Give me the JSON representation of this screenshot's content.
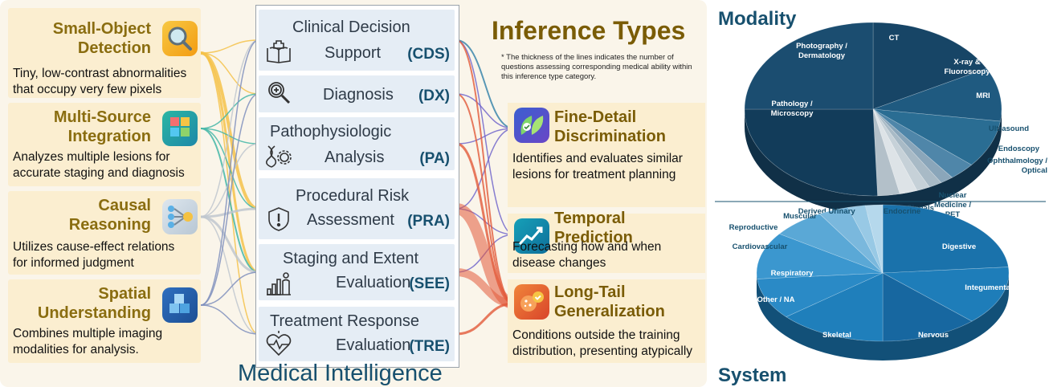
{
  "left_cards": [
    {
      "title_lines": [
        "Small-Object",
        "Detection"
      ],
      "desc_lines": [
        "Tiny, low-contrast abnormalities",
        "that occupy very few pixels"
      ],
      "icon": "magnifier-icon"
    },
    {
      "title_lines": [
        "Multi-Source",
        "Integration"
      ],
      "desc_lines": [
        "Analyzes multiple lesions for",
        "accurate staging and diagnosis"
      ],
      "icon": "puzzle-icon"
    },
    {
      "title_lines": [
        "Causal",
        "Reasoning"
      ],
      "desc_lines": [
        "Utilizes cause-effect relations",
        "for informed judgment"
      ],
      "icon": "flow-icon"
    },
    {
      "title_lines": [
        "Spatial",
        "Understanding"
      ],
      "desc_lines": [
        "Combines multiple imaging",
        "modalities for analysis."
      ],
      "icon": "cubes-icon"
    }
  ],
  "abilities": [
    {
      "name_lines": [
        "Clinical Decision",
        "Support"
      ],
      "abbr": "(CDS)",
      "icon": "book-plus-icon"
    },
    {
      "name_lines": [
        "Diagnosis"
      ],
      "abbr": "(DX)",
      "icon": "search-plus-icon"
    },
    {
      "name_lines": [
        "Pathophysiologic",
        "Analysis"
      ],
      "abbr": "(PA)",
      "icon": "dna-gear-icon"
    },
    {
      "name_lines": [
        "Procedural Risk",
        "Assessment"
      ],
      "abbr": "(PRA)",
      "icon": "shield-alert-icon"
    },
    {
      "name_lines": [
        "Staging and Extent",
        "Evaluation"
      ],
      "abbr": "(SEE)",
      "icon": "chart-person-icon"
    },
    {
      "name_lines": [
        "Treatment Response",
        "Evaluation"
      ],
      "abbr": "(TRE)",
      "icon": "heart-pulse-icon"
    }
  ],
  "inference": {
    "title": "Inference Types",
    "note": "* The thickness of the lines indicates the number of questions assessing corresponding medical ability within this inference type category.",
    "types": [
      {
        "title_lines": [
          "Fine-Detail",
          "Discrimination"
        ],
        "desc_lines": [
          "Identifies and evaluates similar",
          "lesions for treatment planning"
        ],
        "icon": "leaves-icon"
      },
      {
        "title_lines": [
          "Temporal",
          "Prediction"
        ],
        "desc_lines": [
          "Forecasting how and when",
          "disease changes"
        ],
        "icon": "trend-icon"
      },
      {
        "title_lines": [
          "Long-Tail",
          "Generalization"
        ],
        "desc_lines": [
          "Conditions outside the training",
          "distribution, presenting atypically"
        ],
        "icon": "cell-check-icon"
      }
    ]
  },
  "medical_title": "Medical Intelligence",
  "modality": {
    "title": "Modality",
    "slices": [
      {
        "label": "CT",
        "color": "#174566"
      },
      {
        "label": "X-ray & Fluoroscopy",
        "color": "#1f5a80"
      },
      {
        "label": "MRI",
        "color": "#2a6d93"
      },
      {
        "label": "Ultrasound",
        "color": "#4f86a9"
      },
      {
        "label": "Endoscopy",
        "color": "#8aa6ba"
      },
      {
        "label": "Ophthalmology / Optical",
        "color": "#a8bac6"
      },
      {
        "label": "Nuclear Medicine / PET",
        "color": "#c6d1d8"
      },
      {
        "label": "Physiologic Signals / Radiotherapy",
        "color": "#dde3e7"
      },
      {
        "label": "Derived / Meta",
        "color": "#b3c0c9"
      },
      {
        "label": "Pathology / Microscopy",
        "color": "#123c5a"
      },
      {
        "label": "Photography / Dermatology",
        "color": "#1b4d70"
      }
    ]
  },
  "system": {
    "title": "System",
    "slices": [
      {
        "label": "Digestive",
        "color": "#1a72ab"
      },
      {
        "label": "Integumentary",
        "color": "#1e7db9"
      },
      {
        "label": "Nervous",
        "color": "#1767a0"
      },
      {
        "label": "Skeletal",
        "color": "#1f7fbb"
      },
      {
        "label": "Other / NA",
        "color": "#2a8ac6"
      },
      {
        "label": "Respiratory",
        "color": "#3b97cf"
      },
      {
        "label": "Cardiovascular",
        "color": "#5aa8d6"
      },
      {
        "label": "Reproductive",
        "color": "#7ab8dd"
      },
      {
        "label": "Muscular",
        "color": "#98c9e5"
      },
      {
        "label": "Urinary",
        "color": "#b5d8ec"
      },
      {
        "label": "Endocrine",
        "color": "#d3e7f3"
      }
    ]
  }
}
